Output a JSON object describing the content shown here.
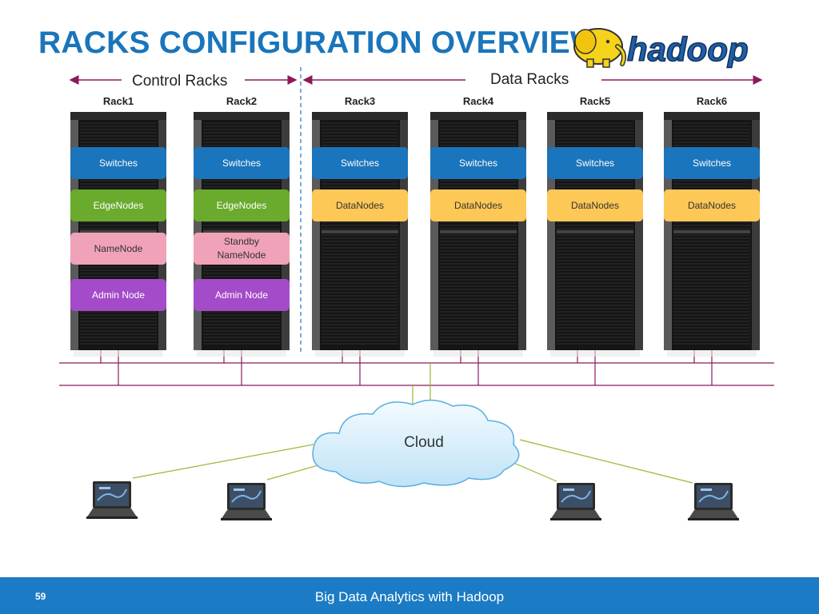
{
  "title": "RACKS CONFIGURATION OVERVIEW",
  "logo_text": "hadoop",
  "groups": {
    "control": "Control Racks",
    "data": "Data Racks"
  },
  "racks": [
    {
      "name": "Rack1",
      "boxes": [
        "Switches",
        "EdgeNodes",
        "NameNode",
        "Admin Node"
      ]
    },
    {
      "name": "Rack2",
      "boxes": [
        "Switches",
        "EdgeNodes",
        "Standby NameNode",
        "Admin Node"
      ]
    },
    {
      "name": "Rack3",
      "boxes": [
        "Switches",
        "DataNodes"
      ]
    },
    {
      "name": "Rack4",
      "boxes": [
        "Switches",
        "DataNodes"
      ]
    },
    {
      "name": "Rack5",
      "boxes": [
        "Switches",
        "DataNodes"
      ]
    },
    {
      "name": "Rack6",
      "boxes": [
        "Switches",
        "DataNodes"
      ]
    }
  ],
  "cloud_label": "Cloud",
  "footer": {
    "page_number": "59",
    "text": "Big Data Analytics with Hadoop"
  },
  "colors": {
    "title": "#1a75bb",
    "switches": "#1b75bc",
    "edgenodes": "#6aaa2c",
    "namenode": "#f0a2b9",
    "admin": "#a44bc9",
    "datanodes": "#fdc856",
    "network_line": "#8b1a5a",
    "cloud_line": "#9ab833",
    "footer": "#1b7bc4"
  },
  "icons": [
    "hadoop-elephant-logo",
    "server-rack-icon",
    "cloud-icon",
    "laptop-icon"
  ]
}
